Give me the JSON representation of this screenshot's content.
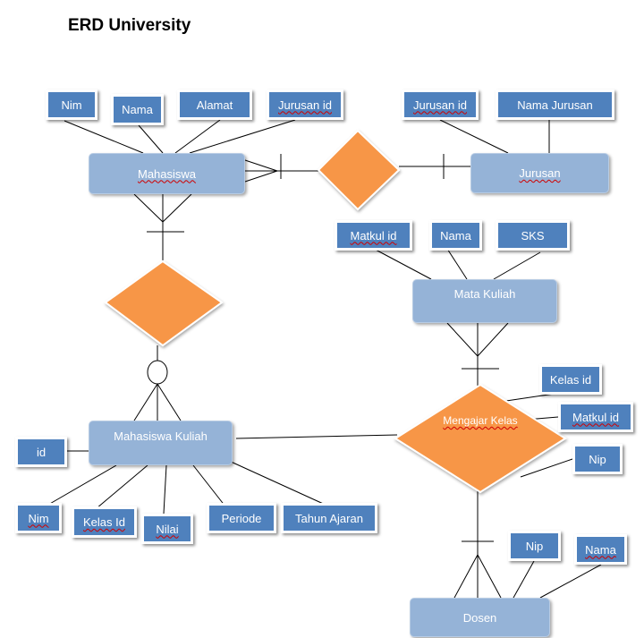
{
  "title": "ERD University",
  "entities": {
    "mahasiswa": "Mahasiswa",
    "jurusan": "Jurusan",
    "mata_kuliah": "Mata Kuliah",
    "mahasiswa_kuliah": "Mahasiswa Kuliah",
    "dosen": "Dosen"
  },
  "relationships": {
    "mengajar_kelas": "Mengajar Kelas"
  },
  "attributes": {
    "mahasiswa": [
      "Nim",
      "Nama",
      "Alamat",
      "Jurusan id"
    ],
    "jurusan": [
      "Jurusan id",
      "Nama Jurusan"
    ],
    "mata_kuliah": [
      "Matkul id",
      "Nama",
      "SKS"
    ],
    "mengajar_kelas": [
      "Kelas id",
      "Matkul id",
      "Nip"
    ],
    "mahasiswa_kuliah": [
      "id",
      "Nim",
      "Kelas Id",
      "Nilai",
      "Periode",
      "Tahun Ajaran"
    ],
    "dosen": [
      "Nip",
      "Nama"
    ]
  },
  "colors": {
    "attribute_fill": "#4f81bd",
    "entity_fill": "#95b3d7",
    "relationship_fill": "#f79646",
    "line": "#000000"
  }
}
